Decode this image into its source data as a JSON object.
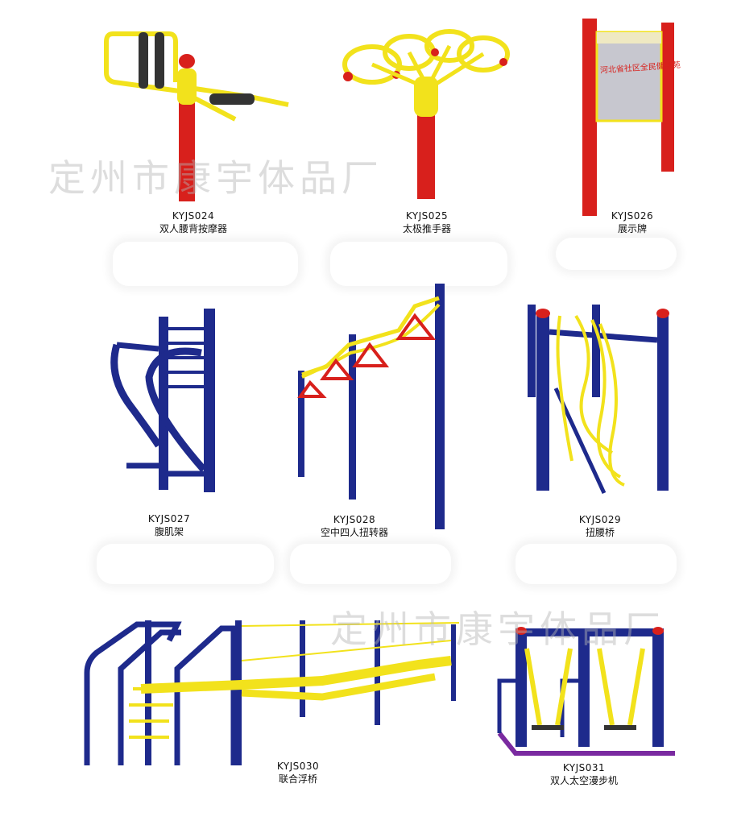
{
  "watermark": "定州市康宇体品厂",
  "sign_text": "河北省社区全民健身苑",
  "colors": {
    "yellow": "#f2e21c",
    "red": "#d8201c",
    "blue": "#1e2a8c",
    "dark": "#222222"
  },
  "products": [
    {
      "code": "KYJS024",
      "name": "双人腰背按摩器"
    },
    {
      "code": "KYJS025",
      "name": "太极推手器"
    },
    {
      "code": "KYJS026",
      "name": "展示牌"
    },
    {
      "code": "KYJS027",
      "name": "腹肌架"
    },
    {
      "code": "KYJS028",
      "name": "空中四人扭转器"
    },
    {
      "code": "KYJS029",
      "name": "扭腰桥"
    },
    {
      "code": "KYJS030",
      "name": "联合浮桥"
    },
    {
      "code": "KYJS031",
      "name": "双人太空漫步机"
    }
  ]
}
